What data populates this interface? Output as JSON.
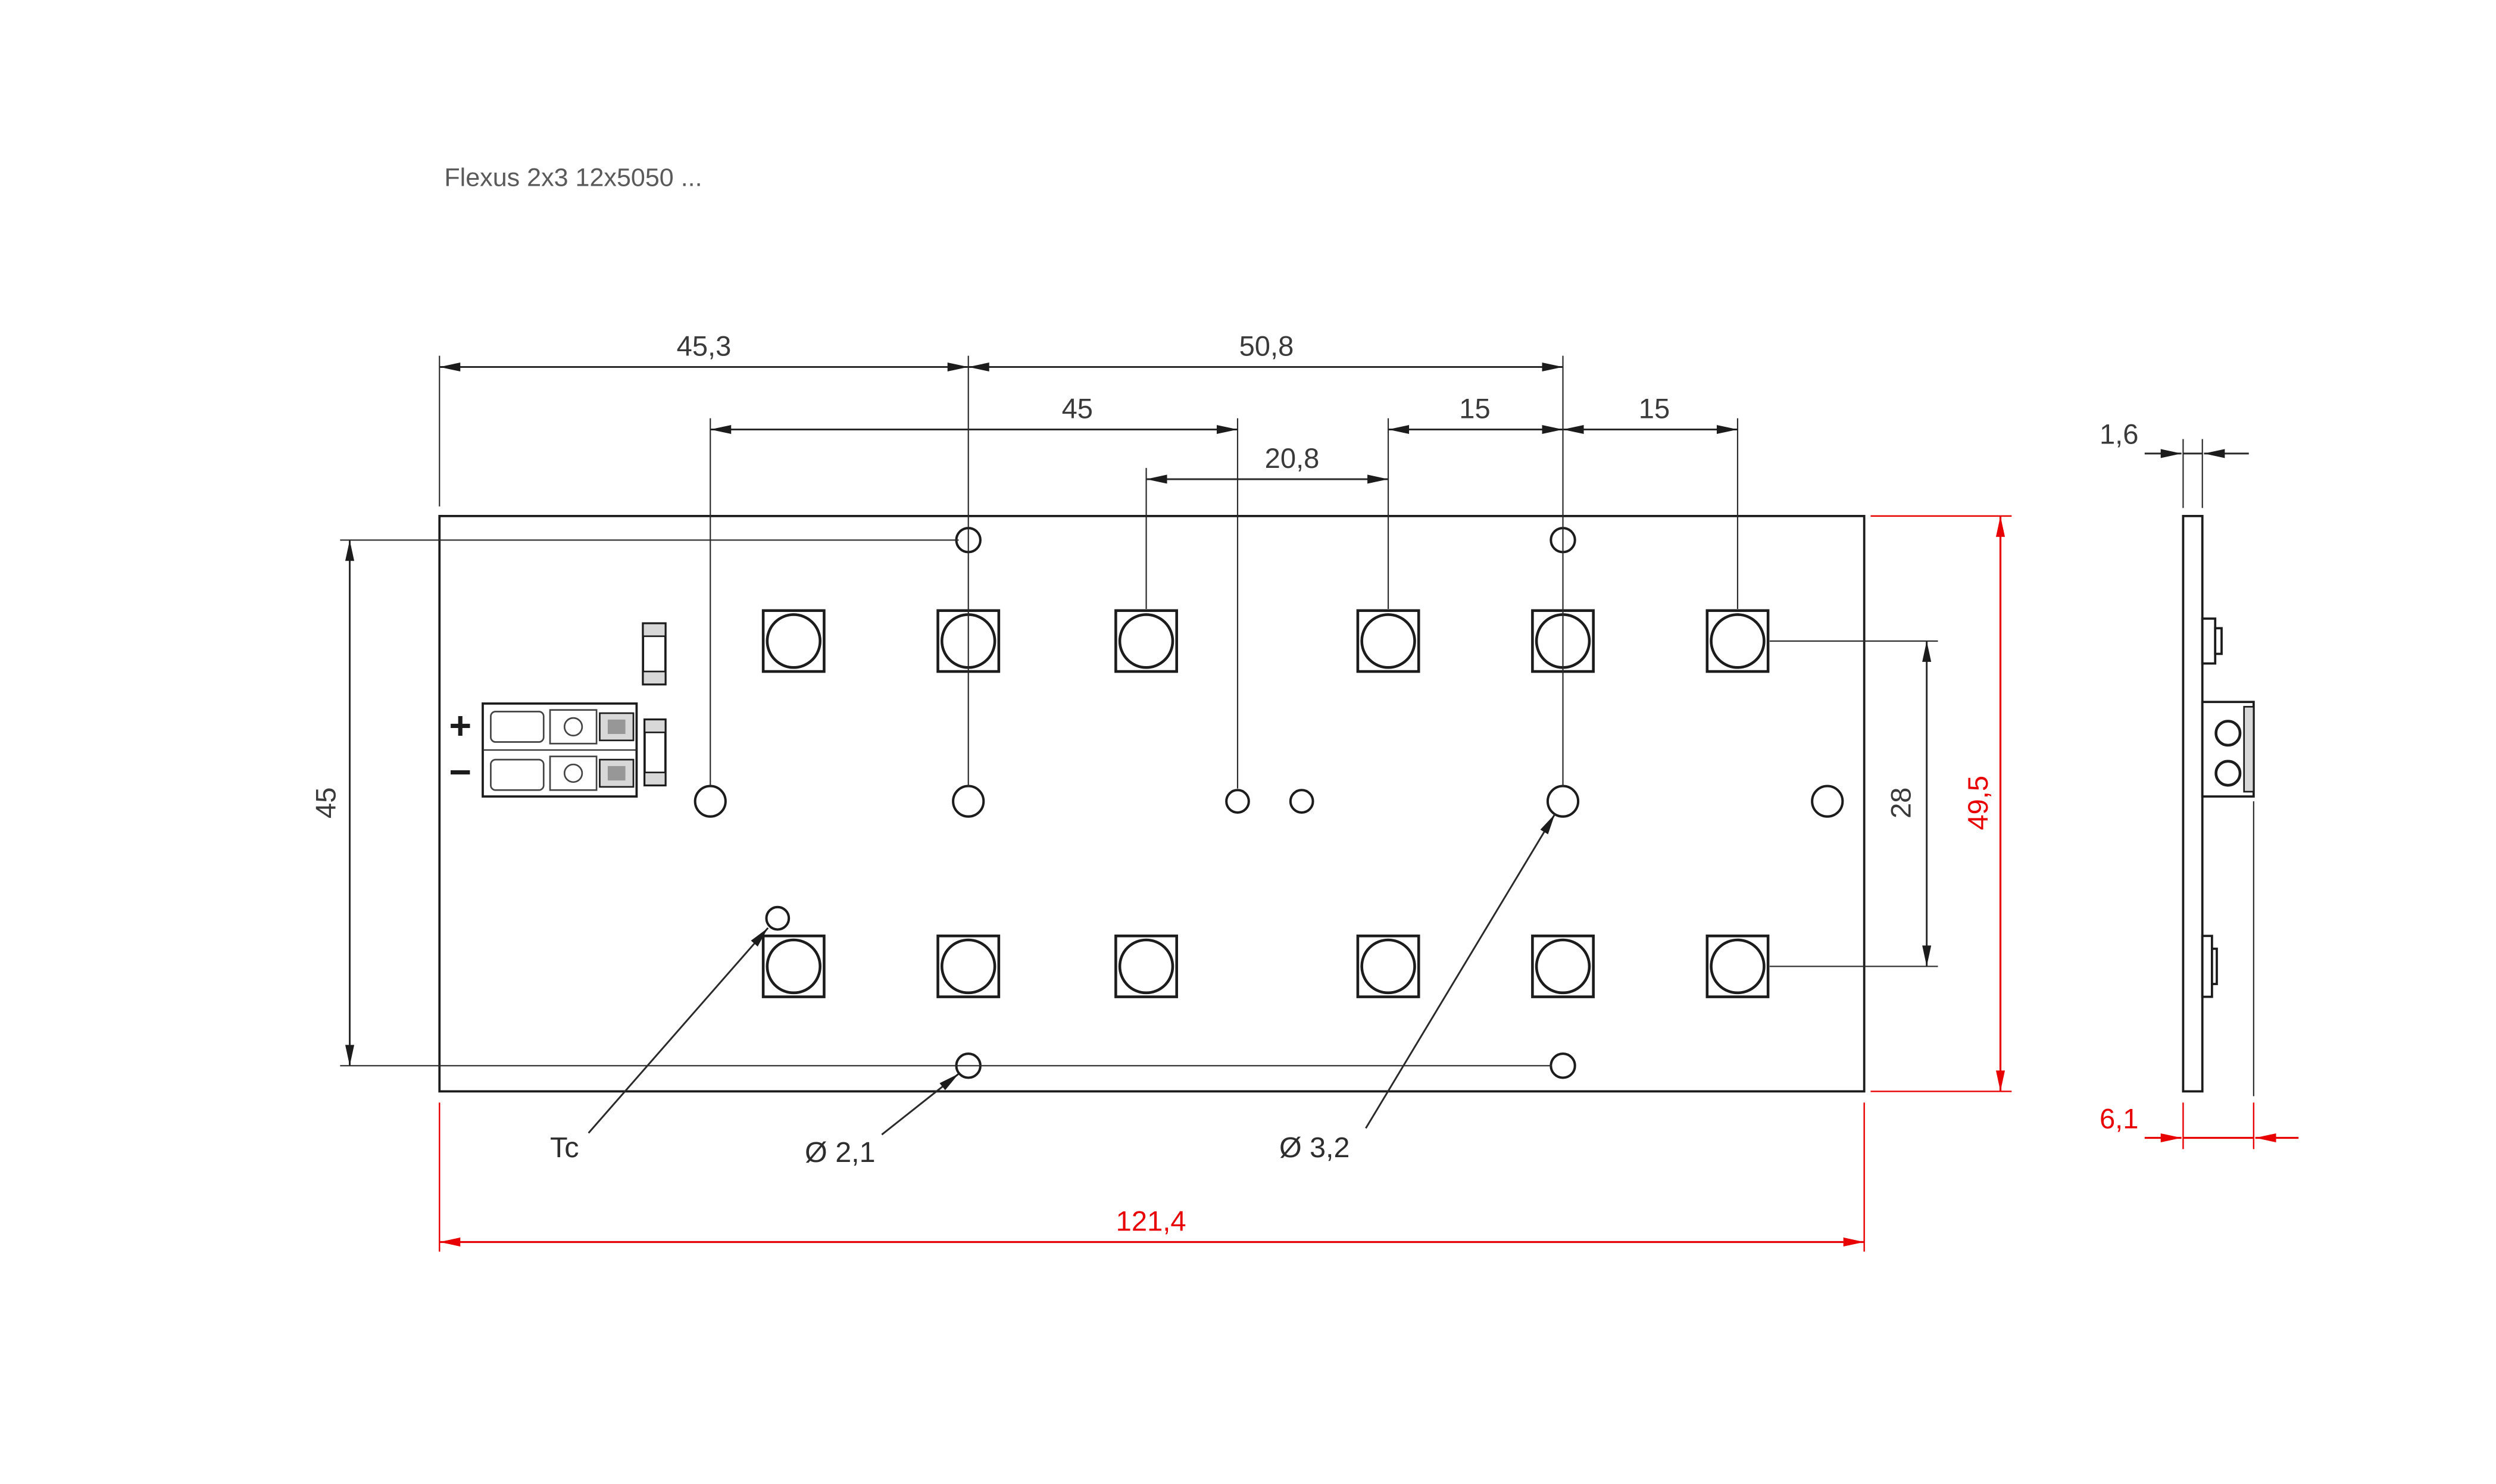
{
  "title": "Flexus 2x3 12x5050 ...",
  "colors": {
    "line": "#1c1c1c",
    "dimension_text": "#3a3a3a",
    "overall_dimension_red": "#e80000",
    "background": "#ffffff"
  },
  "dims": {
    "top_left_width": "45,3",
    "top_right_width": "50,8",
    "hole_span": "45",
    "led_span": "20,8",
    "pitch_a": "15",
    "pitch_b": "15",
    "hole_row_span": "45",
    "led_row_span": "28",
    "board_height": "49,5",
    "board_length": "121,4",
    "pcb_thickness": "1,6",
    "total_depth": "6,1"
  },
  "labels": {
    "tc": "Tc",
    "small_hole_dia": "Ø 2,1",
    "large_hole_dia": "Ø 3,2",
    "plus": "+",
    "minus": "−"
  }
}
